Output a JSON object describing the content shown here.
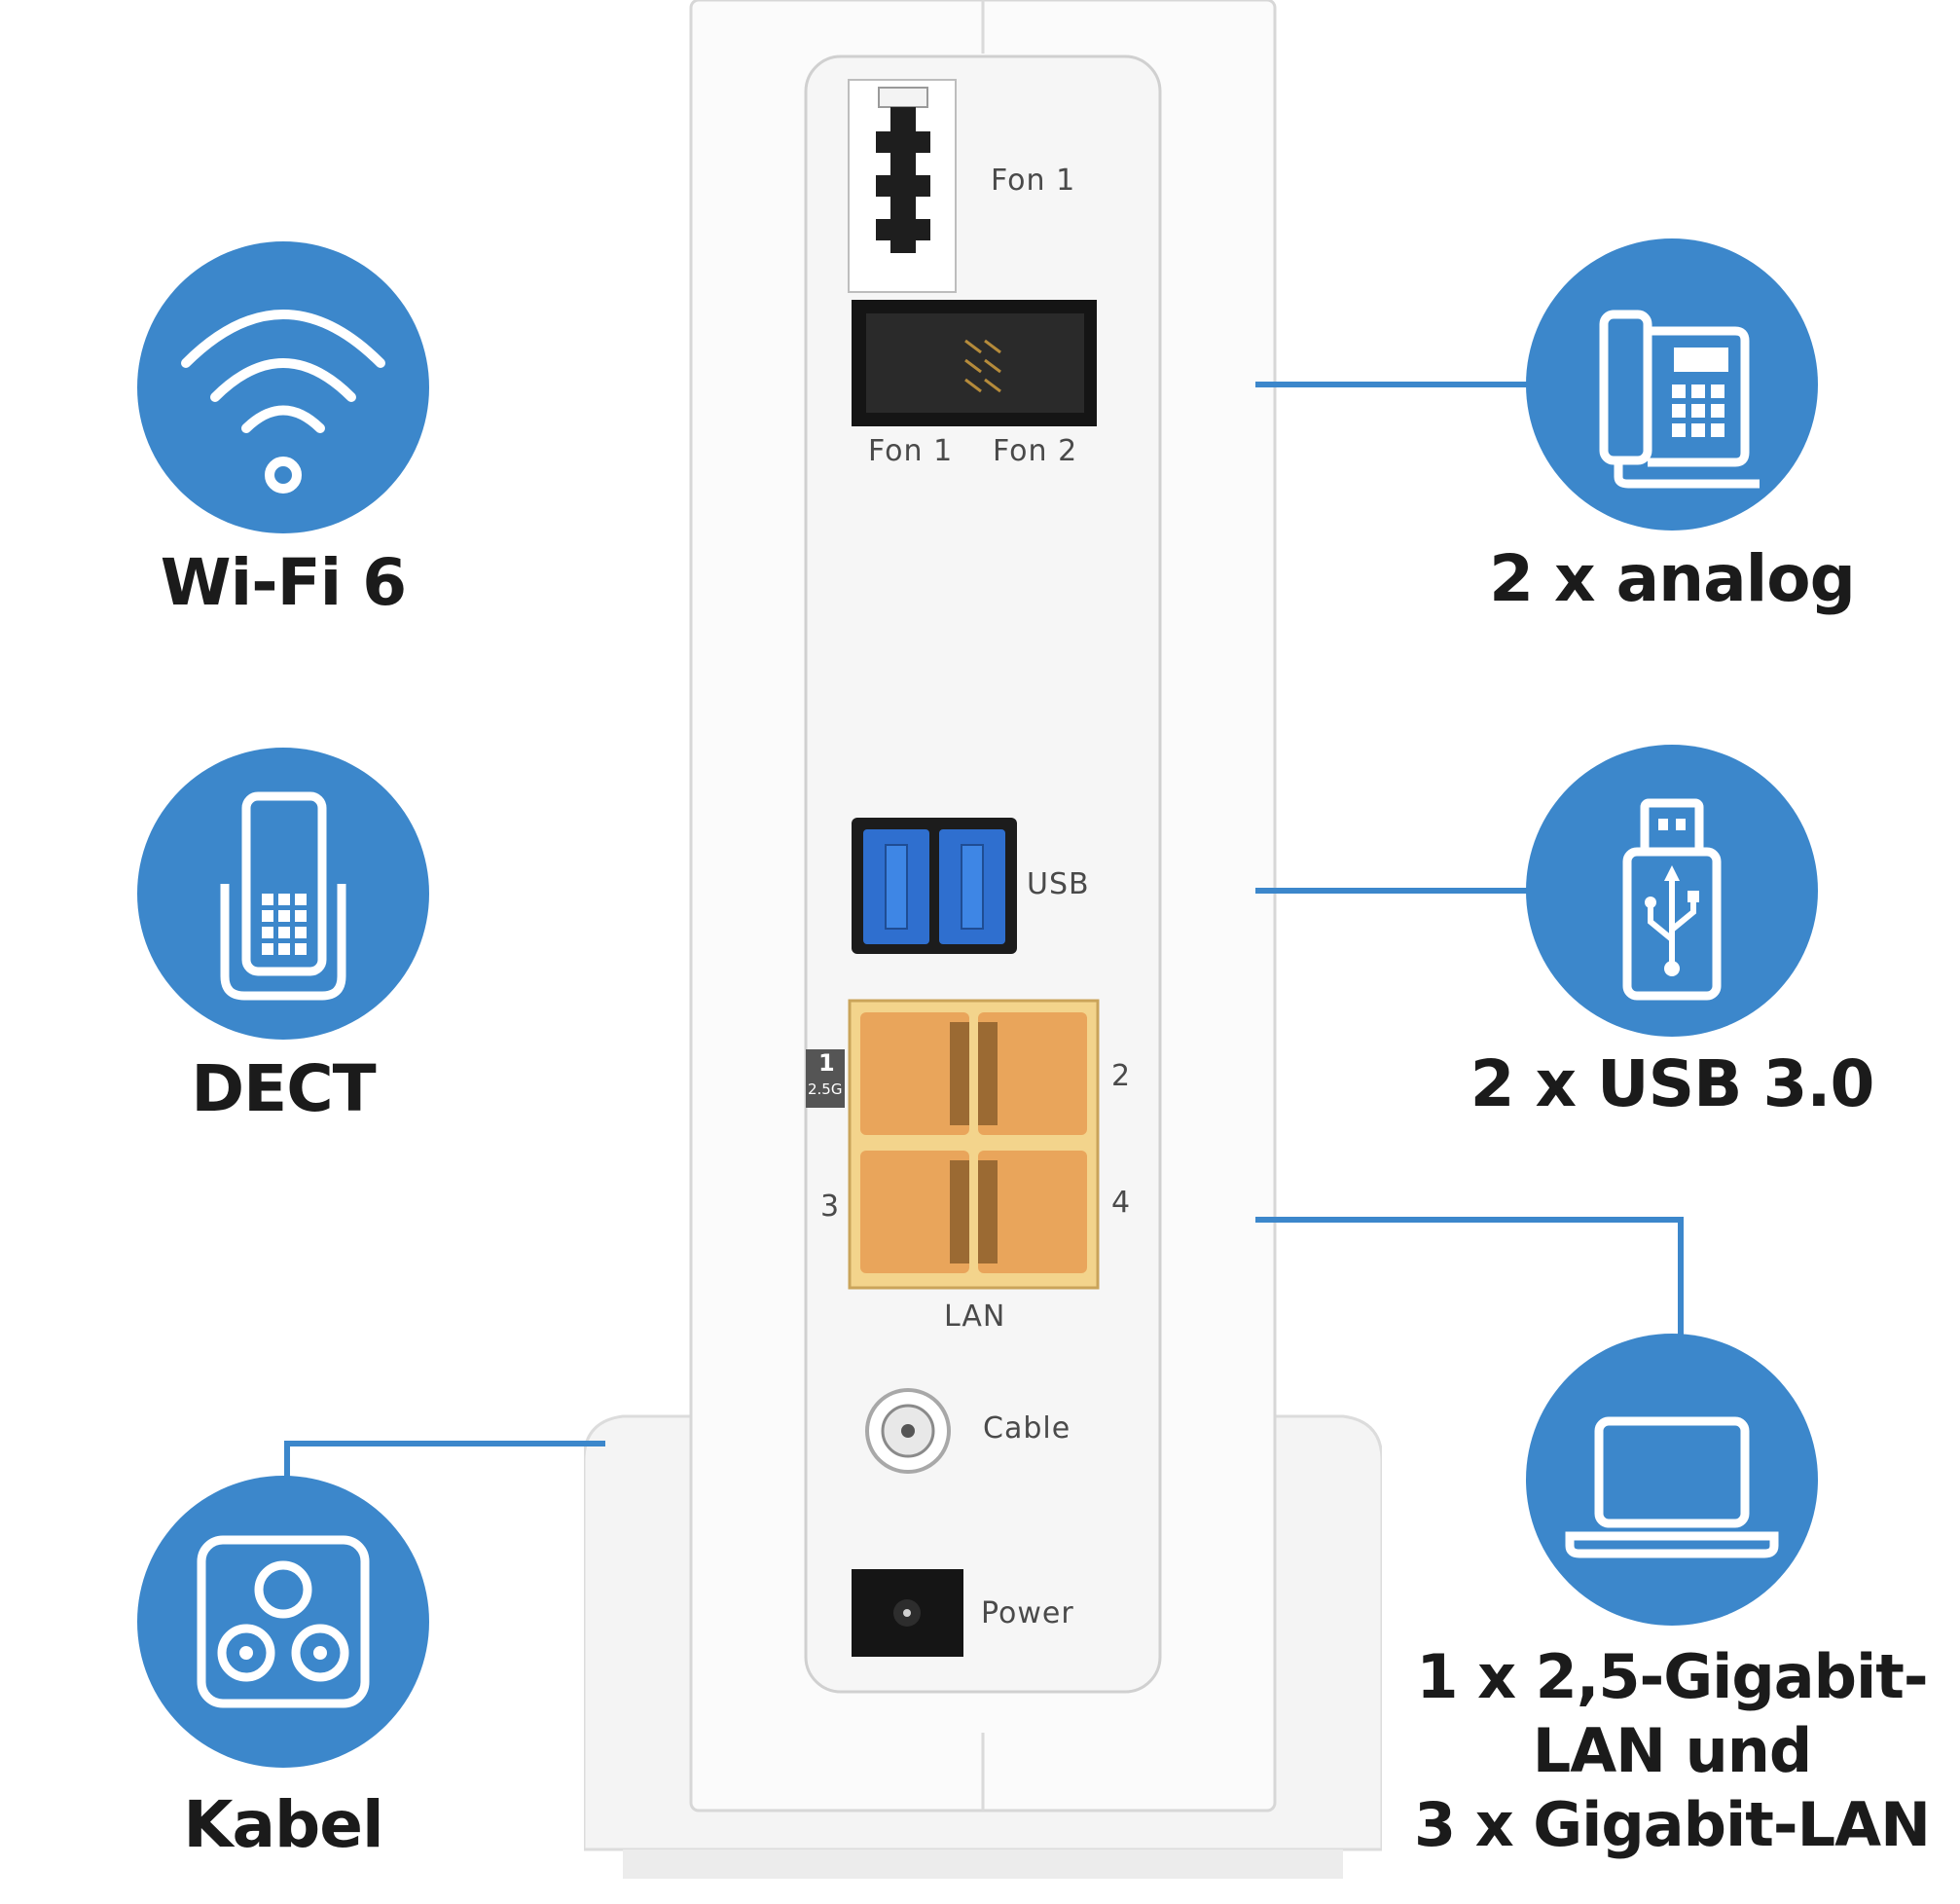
{
  "features": {
    "wifi": "Wi-Fi 6",
    "dect": "DECT",
    "kabel": "Kabel",
    "analog": "2 x analog",
    "usb": "2 x USB 3.0",
    "lan_line1": "1 x 2,5-Gigabit-",
    "lan_line2": "LAN und",
    "lan_line3": "3 x Gigabit-LAN"
  },
  "icons": {
    "wifi": "wifi-icon",
    "dect": "dect-handset-icon",
    "kabel": "coax-socket-icon",
    "analog": "desk-phone-icon",
    "usb": "usb-stick-icon",
    "lan": "laptop-icon"
  },
  "router": {
    "fon1_top": "Fon 1",
    "fon1": "Fon 1",
    "fon2": "Fon 2",
    "usb": "USB",
    "lan": "LAN",
    "port1": "1",
    "port1_speed": "2.5G",
    "port2": "2",
    "port3": "3",
    "port4": "4",
    "cable": "Cable",
    "power": "Power"
  },
  "colors": {
    "accent": "#3c87cb",
    "lan_port": "#e9a55b",
    "usb_port": "#2f6fcf"
  }
}
